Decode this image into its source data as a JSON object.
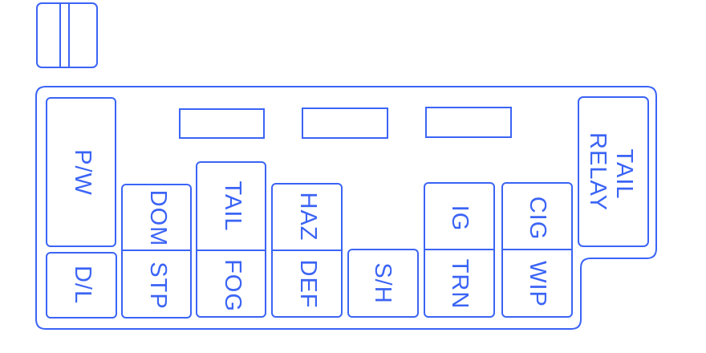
{
  "diagram": {
    "color": "#3b64f5",
    "fuses": {
      "pw": "P/W",
      "dl": "D/L",
      "dom": "DOM",
      "stp": "STP",
      "tail": "TAIL",
      "fog": "FOG",
      "haz": "HAZ",
      "def": "DEF",
      "sh": "S/H",
      "ig": "IG",
      "trn": "TRN",
      "cig": "CIG",
      "wip": "WIP"
    },
    "relay": {
      "line1": "TAIL",
      "line2": "RELAY"
    }
  }
}
